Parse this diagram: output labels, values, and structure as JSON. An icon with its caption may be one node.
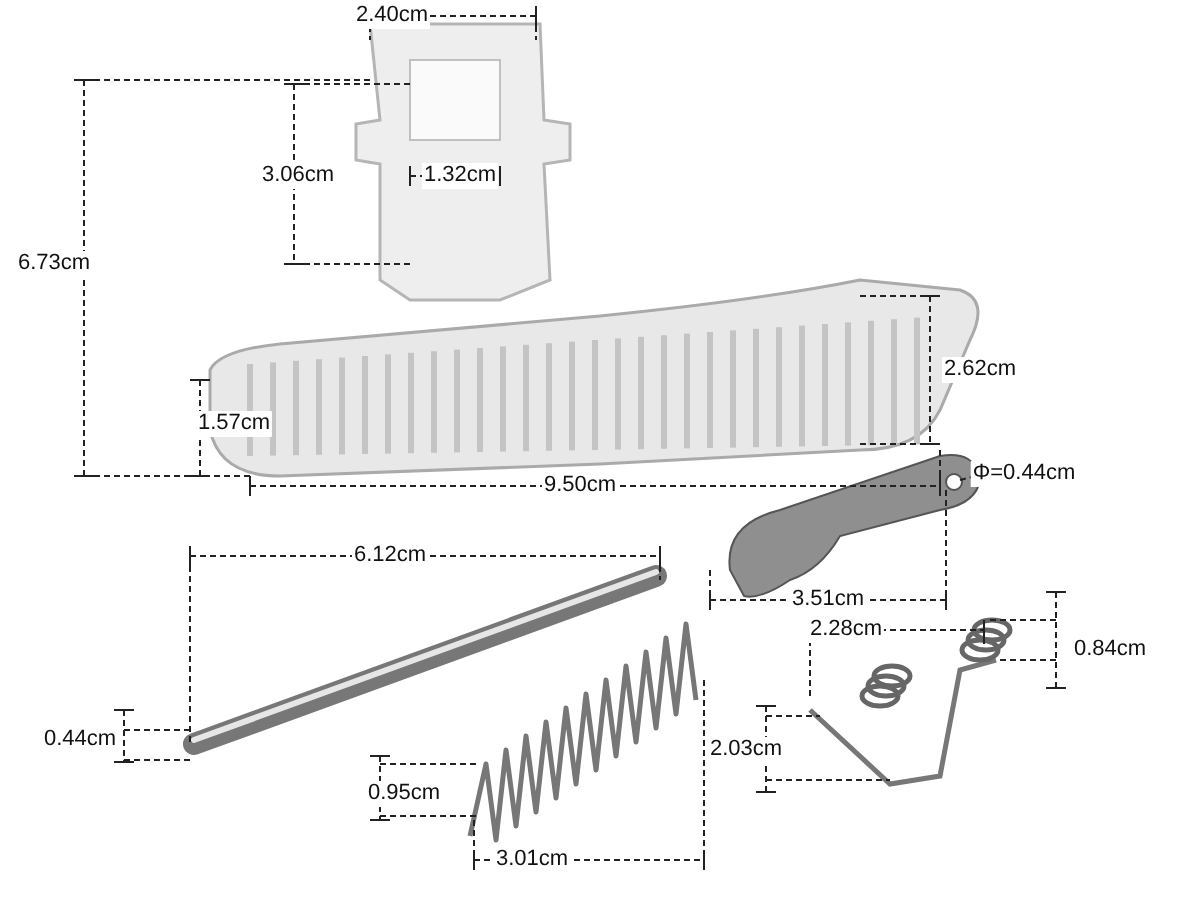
{
  "diagram": {
    "labels": [
      "2.40cm",
      "3.06cm",
      "1.32cm",
      "6.73cm",
      "2.62cm",
      "1.57cm",
      "9.50cm",
      "Φ=0.44cm",
      "6.12cm",
      "3.51cm",
      "2.28cm",
      "0.84cm",
      "0.44cm",
      "2.03cm",
      "0.95cm",
      "3.01cm"
    ]
  }
}
